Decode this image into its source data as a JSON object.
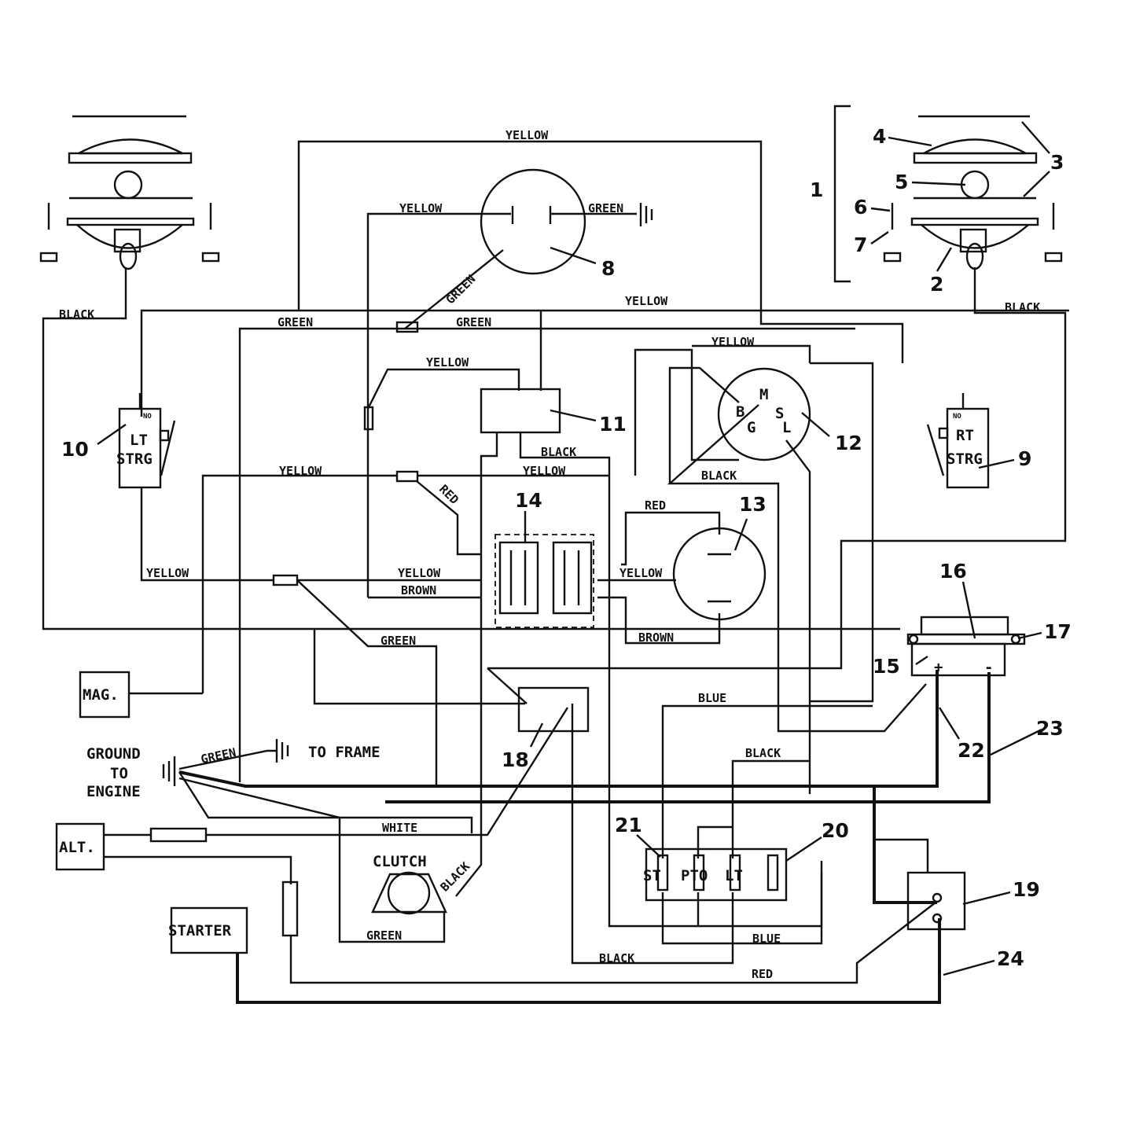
{
  "wire_colors": {
    "yellow": "YELLOW",
    "green": "GREEN",
    "black": "BLACK",
    "red": "RED",
    "brown": "BROWN",
    "blue": "BLUE",
    "white": "WHITE"
  },
  "components": {
    "lt_switch_line1": "LT",
    "lt_switch_line2": "STRG",
    "rt_switch_line1": "RT",
    "rt_switch_line2": "STRG",
    "no_mark": "NO",
    "mag": "MAG.",
    "alt": "ALT.",
    "starter": "STARTER",
    "clutch": "CLUTCH",
    "ground_line1": "GROUND",
    "ground_line2": "TO",
    "ground_line3": "ENGINE",
    "to_frame": "TO FRAME",
    "panel_st": "ST",
    "panel_pto": "PTO",
    "panel_lt": "LT",
    "key_m": "M",
    "key_b": "B",
    "key_s": "S",
    "key_g": "G",
    "key_l": "L",
    "plus": "+",
    "minus": "-"
  },
  "callouts": [
    "1",
    "2",
    "3",
    "4",
    "5",
    "6",
    "7",
    "8",
    "9",
    "10",
    "11",
    "12",
    "13",
    "14",
    "15",
    "16",
    "17",
    "18",
    "19",
    "20",
    "21",
    "22",
    "23",
    "24"
  ]
}
